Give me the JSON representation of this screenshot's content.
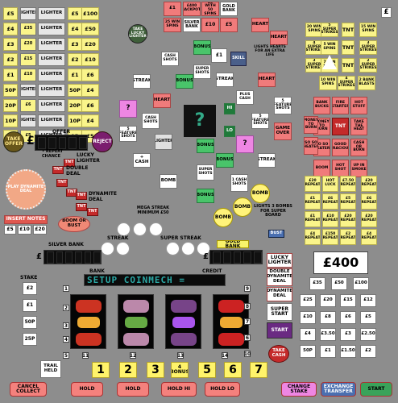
{
  "pound_icon": "£",
  "left_col": [
    "£5",
    "£4",
    "£3",
    "£2",
    "£1",
    "50P",
    "20P",
    "10P",
    "1P"
  ],
  "left_mid": [
    "LIGHTER",
    "£35",
    "£20",
    "£15",
    "£10",
    "LIGHTER",
    "£6",
    "LIGHTER",
    "£5"
  ],
  "left_right": [
    "£100",
    "£50",
    "£20",
    "£10",
    "£6",
    "£4",
    "£6",
    "£4",
    "£5"
  ],
  "take_lucky": "TAKE LUCKY LIGHTER",
  "top_row": [
    "£1",
    "£400 JACKPOT",
    "£5 WITH 50 SPINS",
    "GOLD BANK"
  ],
  "top_row2": [
    "25 WIN SPINS",
    "SILVER BANK",
    "£10",
    "£5"
  ],
  "heart": "HEART",
  "bonus": "BONUS",
  "streak": "STREAK",
  "skill": "SKILL",
  "cash_shots": "CASH SHOTS",
  "super_shots": "SUPER SHOTS",
  "lights_heart": "LIGHTS HEARTS FOR AN EXTRA LIFE",
  "plus_cash": "PLUS CASH",
  "hi": "HI",
  "lo": "LO",
  "feature_shots": "5 FEATURE SHOTS",
  "game_over": "GAME OVER",
  "question": "?",
  "lighter": "LIGHTER",
  "plus_cash2": "+ CASH",
  "bomb": "BOMB",
  "cash_shots_1": "1 CASH SHOTS",
  "lights3": "LIGHTS 3 BOMBS FOR SUPER BOARD",
  "bust": "BUST",
  "mega_streak": "MEGA STREAK MINIMUM £50",
  "super_streak": "SUPER STREAK",
  "streak_label": "STREAK",
  "silver_bank": "SILVER BANK",
  "gold_bank": "GOLD BANK",
  "bank": "BANK",
  "credit": "CREDIT",
  "stake": "STAKE",
  "stakes": [
    "£2",
    "£1",
    "50P",
    "25P"
  ],
  "display": "SETUP COINMECH =",
  "offer": "OFFER",
  "take_offer": "TAKE OFFER",
  "reject": "REJECT",
  "repeat_chance": "• REPEAT CHANCE",
  "lucky_lighter": "LUCKY LIGHTER",
  "double_deal": "DOUBLE DEAL",
  "dynamite_deal": "DYNAMITE DEAL",
  "tnt": "TNT",
  "play_dynamite": "PLAY DYNAMITE DEAL",
  "insert_notes": "INSERT NOTES",
  "notes": [
    "£5",
    "£10",
    "£20"
  ],
  "boom_or_bust": "BOOM OR BUST",
  "right_top": [
    [
      "20 WIN SPINS",
      "5 SUPER STRIKES",
      "TNT",
      "15 WIN SPINS"
    ],
    [
      "4 SUPER STRIKES",
      "5 WIN SPINS",
      "TNT",
      "3 SUPER STRIKES"
    ],
    [
      "3 SUPER STRIKES",
      "7 WIN SPINS",
      "TNT",
      "2 SUPER STRIKES"
    ],
    [
      "10 WIN SPINS",
      "4 SUPER STRIKES",
      "2 BANK BLASTS",
      ""
    ]
  ],
  "right_mid": [
    [
      "BANK BUCKS",
      "FIRE STARTER",
      "HOT STUFF"
    ],
    [
      "MONEY TO BURN",
      "TNT",
      "TAKE THE HEAT"
    ],
    [
      "SO SO HEATER",
      "GOOD GRACIOUS",
      "CASH OR BURN"
    ],
    [
      "BOOM",
      "HOT SHOT",
      "UP IN SMOKE"
    ]
  ],
  "right_repeat": [
    [
      "£20 REPEAT",
      "HOT LUCK",
      "£7.50 REPEAT"
    ],
    [
      "£1 REPEAT",
      "£6 REPEAT",
      "£5 REPEAT"
    ],
    [
      "£1 REPEAT",
      "£10 REPEAT",
      "£20 REPEAT"
    ],
    [
      "£4 REPEAT",
      "£150 REPEAT",
      "£2 REPEAT"
    ]
  ],
  "jackpot": "£400",
  "feat_buttons": [
    "LUCKY LIGHTER",
    "DOUBLE DYNAMITE DEAL",
    "DYNAMITE DEAL",
    "SUPER START",
    "START"
  ],
  "stake_grid": [
    [
      "£35",
      "£50",
      "£100"
    ],
    [
      "£25",
      "£20",
      "£15",
      "£12"
    ],
    [
      "£10",
      "£8",
      "£6",
      "£5"
    ],
    [
      "£4",
      "£3.50",
      "£3",
      "£2.50"
    ],
    [
      "50P",
      "£1",
      "£1.50",
      "£2"
    ]
  ],
  "take_cash": "TAKE CASH",
  "trail_held": "TRAIL HELD",
  "reel_nums": [
    "1",
    "2",
    "3",
    "4",
    "5",
    "6",
    "7",
    "8",
    "9",
    "10",
    "11",
    "12",
    "13",
    "14"
  ],
  "numbers": [
    "1",
    "2",
    "3",
    "4 BONUS",
    "5",
    "6",
    "7"
  ],
  "buttons": [
    "CANCEL COLLECT",
    "HOLD",
    "HOLD",
    "HOLD HI",
    "HOLD LO",
    "CHANGE STAKE",
    "EXCHANGE TRANSFER",
    "START"
  ]
}
